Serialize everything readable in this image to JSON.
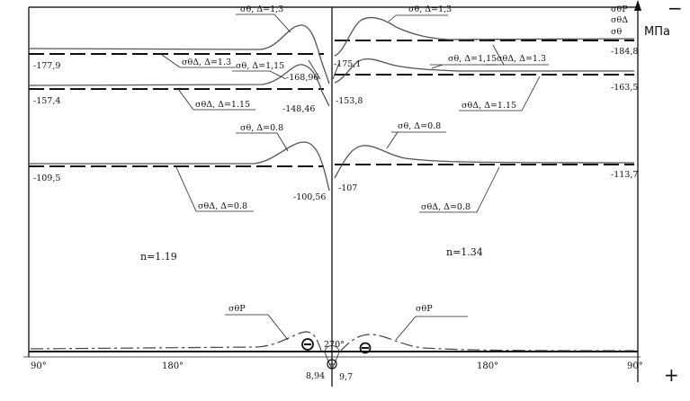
{
  "legend": {
    "line1": "σθP",
    "line2": "σθΔ",
    "line3": "σθ"
  },
  "units": {
    "label": "МПа",
    "minus": "−",
    "plus": "+"
  },
  "axis": {
    "left_90": "90°",
    "left_180": "180°",
    "center_270": "270°",
    "right_180": "180°",
    "right_90": "90°"
  },
  "regions": {
    "left_n": "n=1.19",
    "right_n": "n=1.34"
  },
  "curve_labels": {
    "s13_left": "σθ, Δ=1,3",
    "s13_right": "σθ, Δ=1,3",
    "s115_left": "σθ, Δ=1,15",
    "s115_right": "σθ, Δ=1,15",
    "s08_left": "σθ, Δ=0.8",
    "s08_right": "σθ, Δ=0.8",
    "d13_left": "σθΔ, Δ=1.3",
    "d13_right": "σθΔ, Δ=1.3",
    "d115_left": "σθΔ, Δ=1.15",
    "d115_right": "σθΔ, Δ=1.15",
    "d08_left": "σθΔ, Δ=0.8",
    "d08_right": "σθΔ, Δ=0.8",
    "p_left": "σθP",
    "p_right": "σθP"
  },
  "values": {
    "v1779": "-177,9",
    "v1574": "-157,4",
    "v1095": "-109,5",
    "v16896": "-168,96",
    "v14846": "-148,46",
    "v10056": "-100,56",
    "v1751": "-175,1",
    "v1538": "-153,8",
    "v107": "-107",
    "v1848": "-184,8",
    "v1635": "-163,5",
    "v1137": "-113,7",
    "v894": "8,94",
    "v97": "9,7"
  },
  "minus_marker": "⊖"
}
